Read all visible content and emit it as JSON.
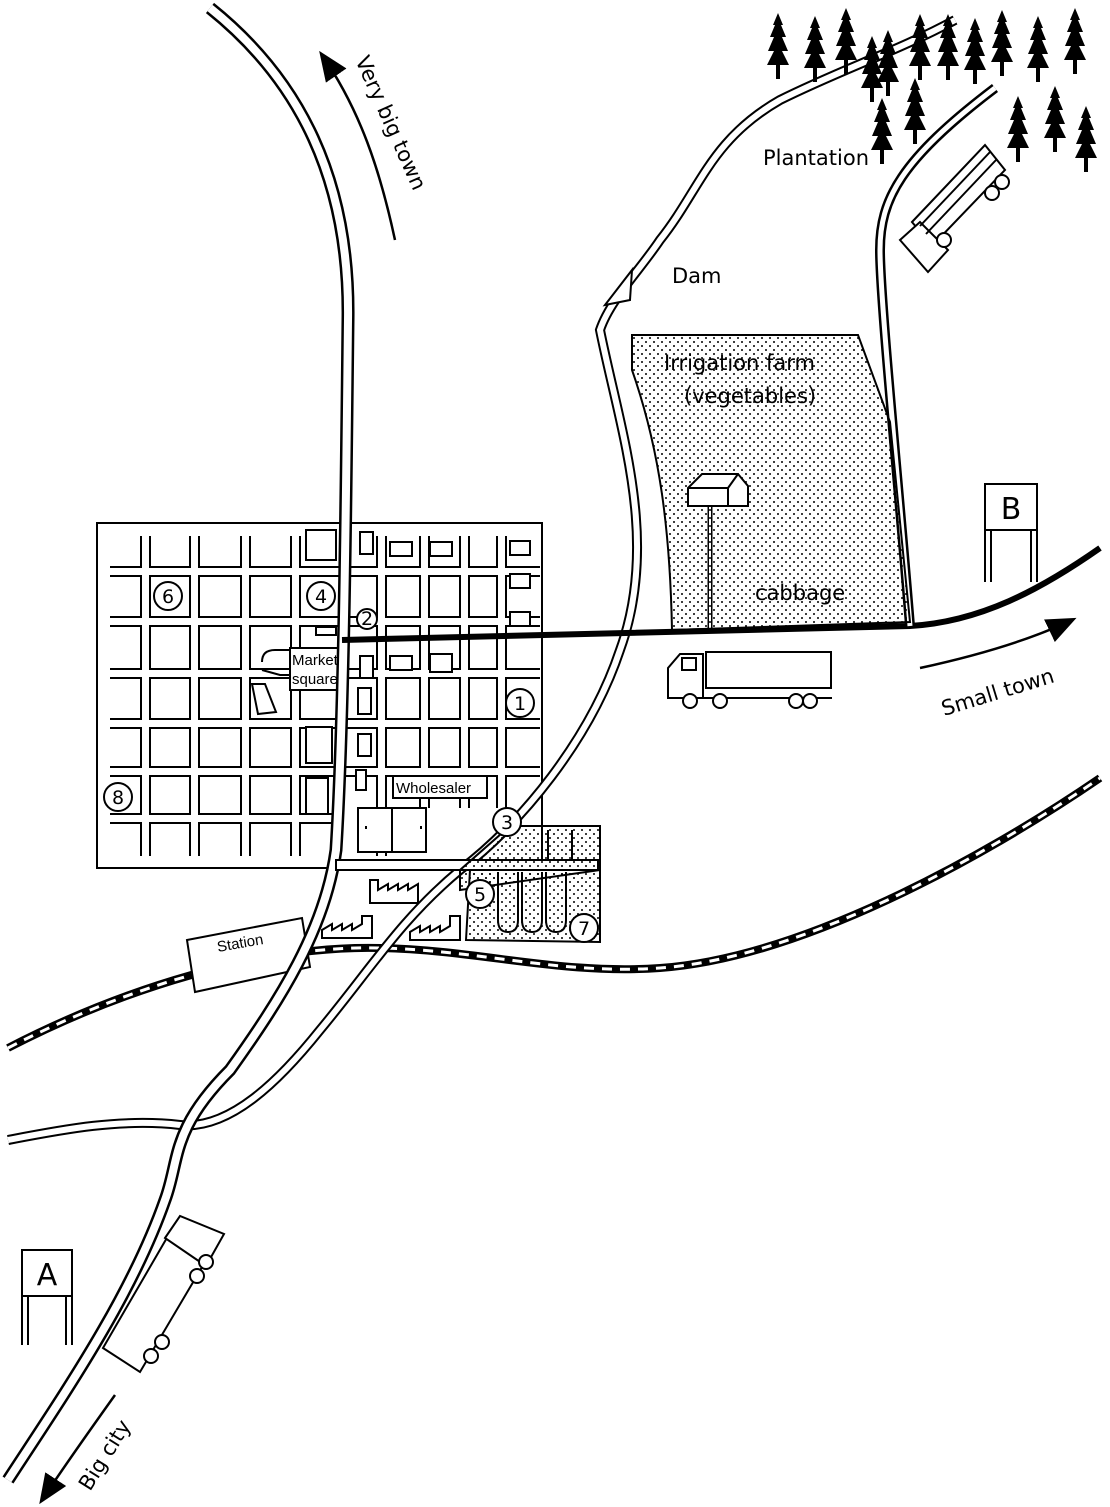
{
  "labels": {
    "very_big_town": "Very big town",
    "plantation": "Plantation",
    "dam": "Dam",
    "irrigation_farm_line1": "Irrigation farm",
    "irrigation_farm_line2": "(vegetables)",
    "cabbage": "cabbage",
    "small_town": "Small town",
    "market_square_line1": "Market",
    "market_square_line2": "square",
    "wholesaler": "Wholesaler",
    "station": "Station",
    "big_city": "Big city"
  },
  "signs": {
    "a": "A",
    "b": "B"
  },
  "markers": [
    "1",
    "2",
    "3",
    "4",
    "5",
    "6",
    "7",
    "8"
  ],
  "colors": {
    "ink": "#000000",
    "paper": "#ffffff"
  }
}
